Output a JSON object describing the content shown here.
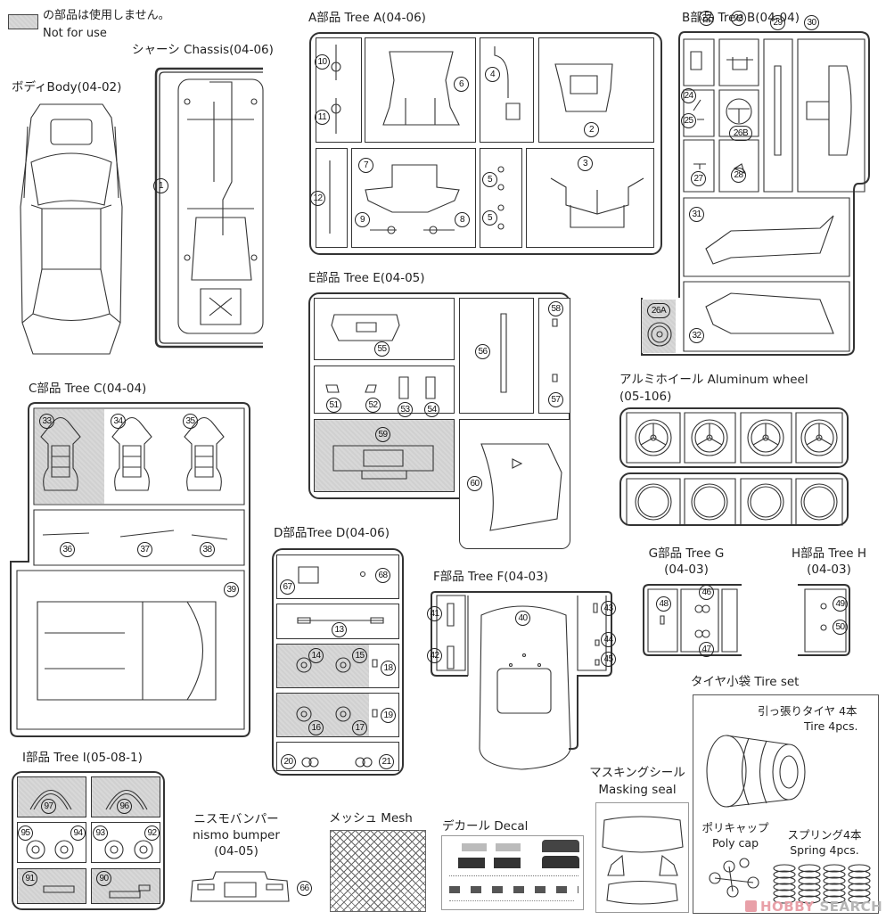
{
  "legend": {
    "jp": "の部品は使用しません。",
    "en": "Not for use",
    "shade_color": "#d8d8d8"
  },
  "sections": {
    "chassis": {
      "title": "シャーシ Chassis(04-06)",
      "parts": [
        "1"
      ]
    },
    "body": {
      "title": "ボディBody(04-02)"
    },
    "tree_a": {
      "title": "A部品 Tree A(04-06)",
      "parts": [
        "10",
        "11",
        "6",
        "4",
        "2",
        "12",
        "7",
        "9",
        "8",
        "5",
        "5",
        "3"
      ]
    },
    "tree_b": {
      "title": "B部品  Tree B(04-04)",
      "parts": [
        "22",
        "23",
        "29",
        "30",
        "24",
        "25",
        "26B",
        "27",
        "28",
        "31",
        "32",
        "26A"
      ]
    },
    "tree_e": {
      "title": "E部品 Tree E(04-05)",
      "parts": [
        "55",
        "56",
        "58",
        "57",
        "51",
        "52",
        "53",
        "54",
        "59",
        "60"
      ]
    },
    "tree_c": {
      "title": "C部品 Tree C(04-04)",
      "parts": [
        "33",
        "34",
        "35",
        "36",
        "37",
        "38",
        "39"
      ]
    },
    "wheel": {
      "title_line1": "アルミホイール Aluminum wheel",
      "title_line2": "(05-106)"
    },
    "tree_d": {
      "title": "D部品Tree D(04-06)",
      "parts": [
        "67",
        "68",
        "13",
        "14",
        "15",
        "18",
        "16",
        "17",
        "19",
        "20",
        "21"
      ]
    },
    "tree_f": {
      "title": "F部品 Tree F(04-03)",
      "parts": [
        "40",
        "41",
        "42",
        "43",
        "44",
        "45"
      ]
    },
    "tree_g": {
      "title_line1": "G部品 Tree G",
      "title_line2": "(04-03)",
      "parts": [
        "46",
        "47",
        "48"
      ]
    },
    "tree_h": {
      "title_line1": "H部品 Tree H",
      "title_line2": "(04-03)",
      "parts": [
        "49",
        "50"
      ]
    },
    "tire_set": {
      "title": "タイヤ小袋 Tire set",
      "tire_jp": "引っ張りタイヤ 4本",
      "tire_en": "Tire  4pcs.",
      "polycap_jp": "ポリキャップ",
      "polycap_en": "Poly cap",
      "spring_jp": "スプリング4本",
      "spring_en": "Spring  4pcs."
    },
    "tree_i": {
      "title": "I部品 Tree I(05-08-1)",
      "parts": [
        "97",
        "96",
        "95",
        "94",
        "93",
        "92",
        "91",
        "90"
      ]
    },
    "nismo": {
      "line1": "ニスモバンパー",
      "line2": "nismo bumper",
      "line3": "(04-05)",
      "part": "66"
    },
    "mesh": {
      "title": "メッシュ Mesh"
    },
    "decal": {
      "title": "デカール Decal"
    },
    "masking": {
      "line1": "マスキングシール",
      "line2": "Masking seal"
    }
  },
  "watermark": {
    "part1": "HOBBY",
    "part2": " SEARCH"
  }
}
